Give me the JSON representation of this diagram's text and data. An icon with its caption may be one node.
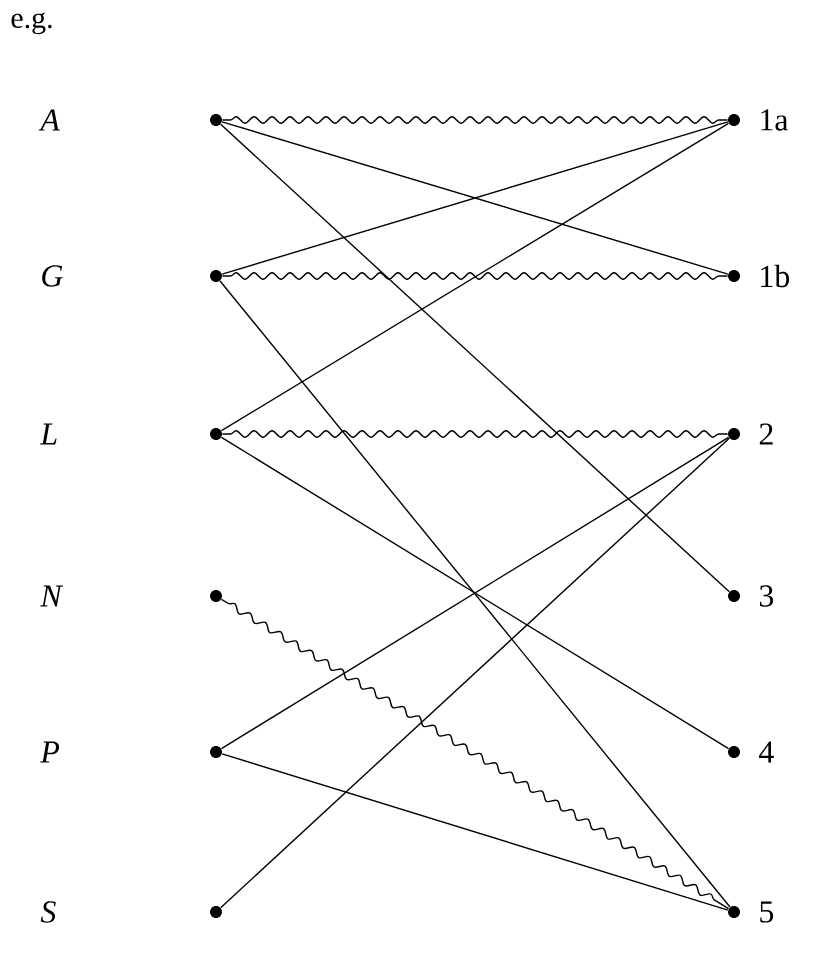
{
  "diagram": {
    "title": "e.g.",
    "nodes": [
      {
        "text": [],
        "shape": "circle"
      },
      {
        "text": [],
        "shape": "circle"
      },
      {
        "text": [],
        "shape": "circle"
      },
      {
        "text": [],
        "shape": "circle"
      },
      {
        "text": [],
        "shape": "circle"
      },
      {
        "text": [],
        "shape": "circle"
      },
      {
        "text": [],
        "shape": "circle",
        "beside": [
          "1a"
        ]
      },
      {
        "text": [],
        "shape": "circle",
        "beside": [
          "1b"
        ]
      },
      {
        "text": [],
        "shape": "circle",
        "beside": [
          "2"
        ]
      },
      {
        "text": [],
        "shape": "circle",
        "beside": [
          "3"
        ]
      },
      {
        "text": [],
        "shape": "circle",
        "beside": [
          "4"
        ]
      },
      {
        "text": [],
        "shape": "circle",
        "beside": [
          "5"
        ]
      }
    ],
    "edges": [
      {
        "from": 0,
        "to": 6,
        "arrow": "none"
      },
      {
        "from": 0,
        "to": 7,
        "arrow": "none"
      },
      {
        "from": 0,
        "to": 9,
        "arrow": "none"
      },
      {
        "from": 1,
        "to": 6,
        "arrow": "none"
      },
      {
        "from": 1,
        "to": 7,
        "arrow": "none"
      },
      {
        "from": 1,
        "to": 11,
        "arrow": "none"
      },
      {
        "from": 2,
        "to": 6,
        "arrow": "none"
      },
      {
        "from": 2,
        "to": 8,
        "arrow": "none"
      },
      {
        "from": 2,
        "to": 10,
        "arrow": "none"
      },
      {
        "from": 3,
        "to": 11,
        "arrow": "none"
      },
      {
        "from": 4,
        "to": 8,
        "arrow": "none"
      },
      {
        "from": 4,
        "to": 11,
        "arrow": "none"
      },
      {
        "from": 5,
        "to": 8,
        "arrow": "none"
      }
    ],
    "labels": [
      "A",
      "G",
      "L",
      "N",
      "P",
      "S"
    ]
  }
}
